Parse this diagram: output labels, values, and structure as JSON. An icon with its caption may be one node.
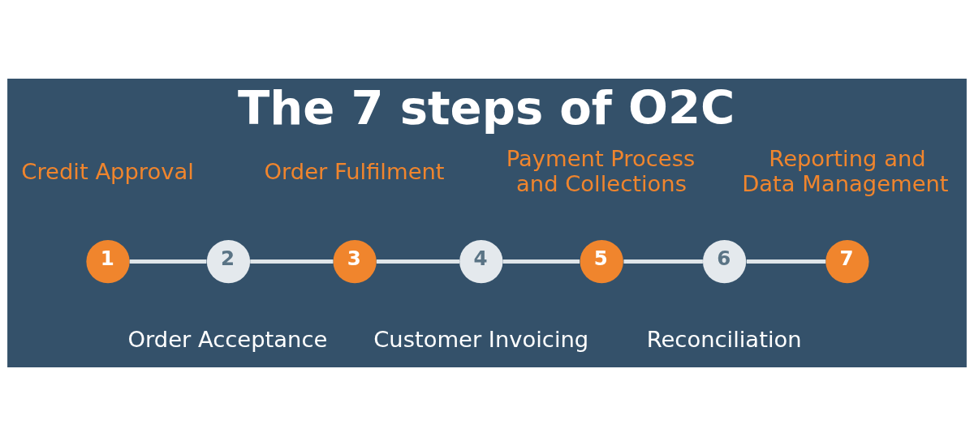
{
  "diagram": {
    "title": "The 7 steps of O2C",
    "nodes": [
      {
        "text": [
          "1"
        ],
        "beside": [
          "Credit Approval"
        ]
      },
      {
        "text": [
          "2"
        ],
        "beside": [
          "Order Acceptance"
        ]
      },
      {
        "text": [
          "3"
        ],
        "beside": [
          "Order Fulfilment"
        ]
      },
      {
        "text": [
          "4"
        ],
        "beside": [
          "Customer Invoicing"
        ]
      },
      {
        "text": [
          "5"
        ],
        "beside": [
          "Payment Process and Collections"
        ]
      },
      {
        "text": [
          "6"
        ],
        "beside": [
          "Reconciliation"
        ]
      },
      {
        "text": [
          "7"
        ],
        "beside": [
          "Reporting and Data Management"
        ]
      }
    ],
    "edges": [
      {
        "from": 0,
        "to": 1,
        "arrow": "none"
      },
      {
        "from": 1,
        "to": 2,
        "arrow": "none"
      },
      {
        "from": 2,
        "to": 3,
        "arrow": "none"
      },
      {
        "from": 3,
        "to": 4,
        "arrow": "none"
      },
      {
        "from": 4,
        "to": 5,
        "arrow": "none"
      },
      {
        "from": 5,
        "to": 6,
        "arrow": "none"
      }
    ]
  }
}
